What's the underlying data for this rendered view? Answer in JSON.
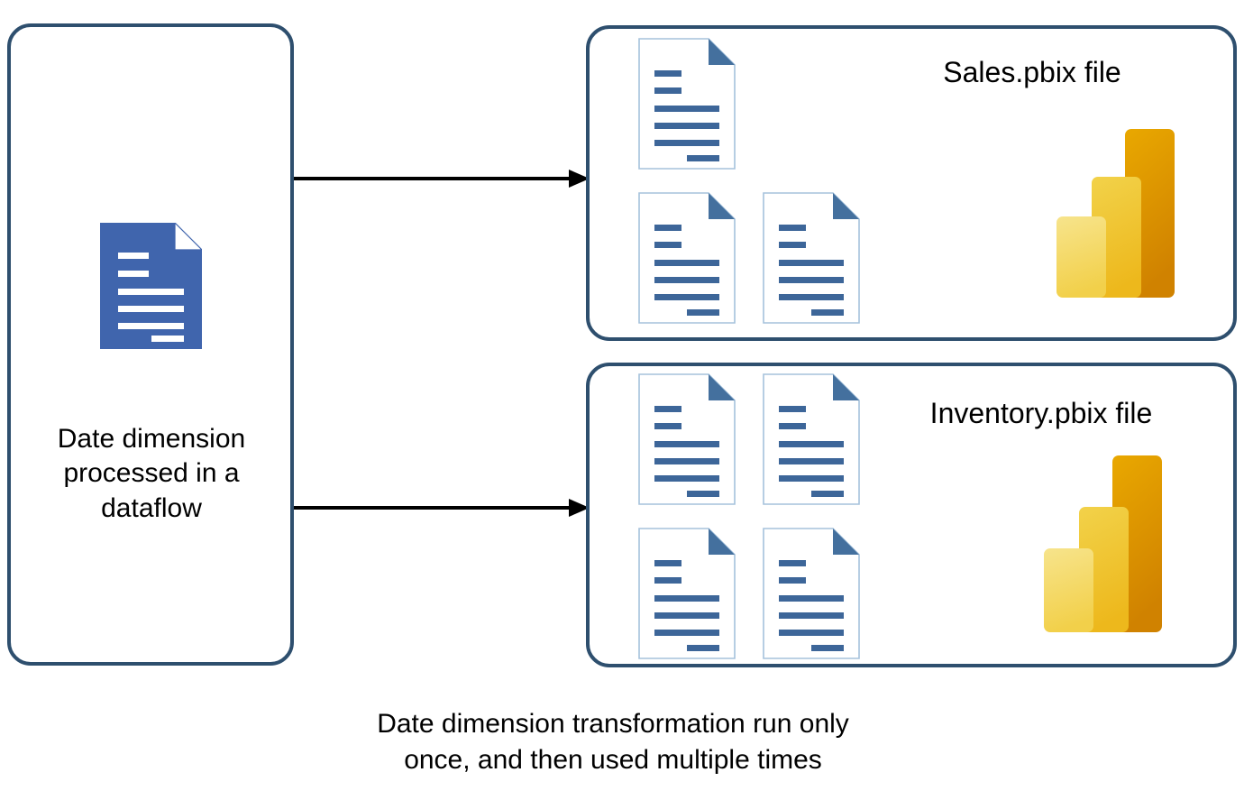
{
  "diagram": {
    "title": "Date dimension dataflow reuse diagram",
    "source": {
      "label": "Date dimension\nprocessed in a\ndataflow",
      "icon": "blue-document-icon"
    },
    "targets": [
      {
        "id": "sales",
        "label": "Sales.pbix file",
        "document_count": 3,
        "logo": "power-bi-logo"
      },
      {
        "id": "inventory",
        "label": "Inventory.pbix file",
        "document_count": 4,
        "logo": "power-bi-logo"
      }
    ],
    "connectors": [
      {
        "id": "arrow-top",
        "from": "source",
        "to": "sales",
        "style": "solid-arrow"
      },
      {
        "id": "arrow-bottom",
        "from": "source",
        "to": "inventory",
        "style": "solid-arrow"
      }
    ],
    "caption": "Date dimension transformation run only\nonce, and then used multiple times",
    "colors": {
      "box_border": "#2E4F6E",
      "source_doc_fill": "#4065AD",
      "doc_line": "#3D6699",
      "doc_border": "#A5C2DC",
      "doc_fold": "#44709E",
      "arrow": "#000000",
      "pbi_light": "#F2D65C",
      "pbi_mid": "#EFC324",
      "pbi_dark": "#DF9700",
      "text": "#000000"
    }
  }
}
